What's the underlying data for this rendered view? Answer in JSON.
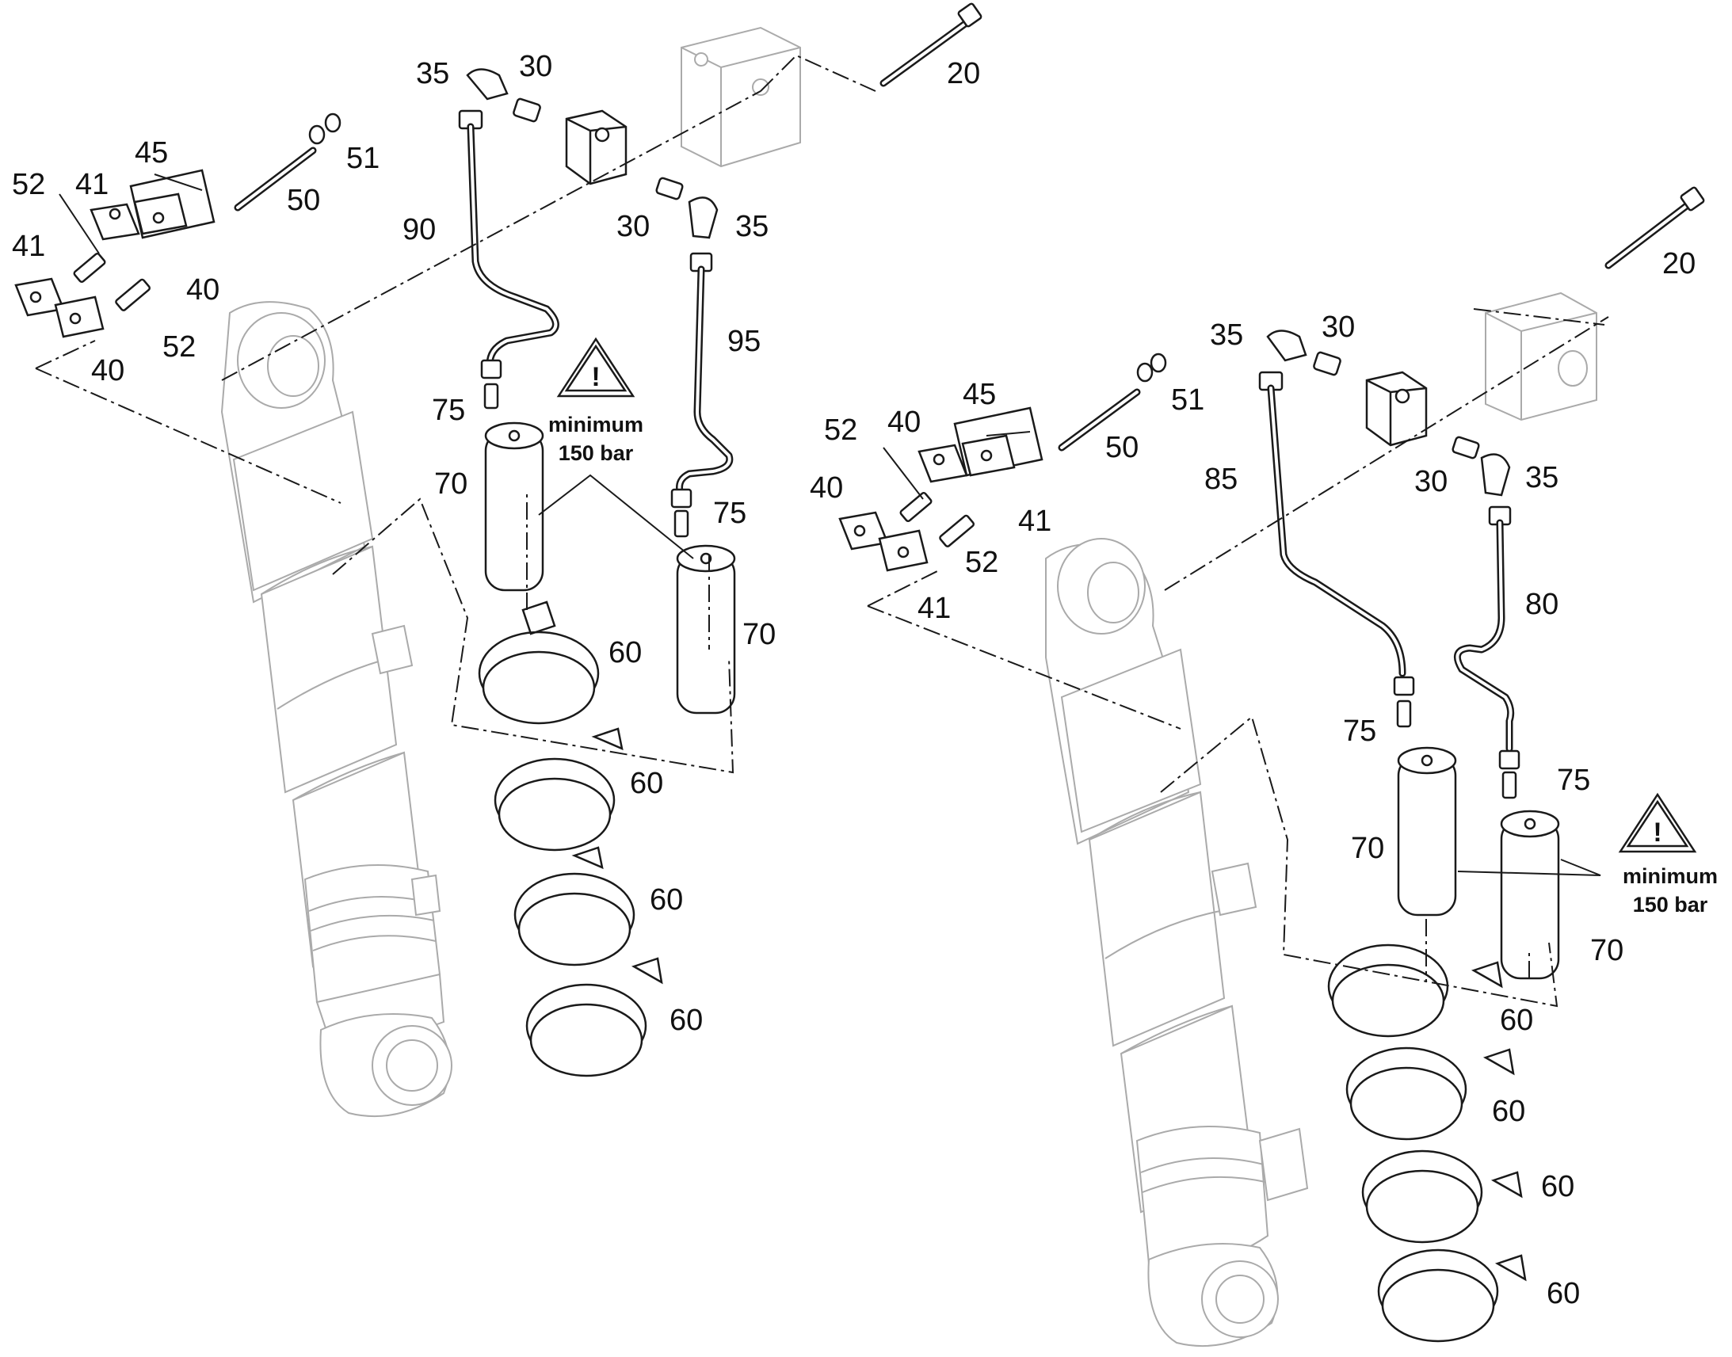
{
  "parts": {
    "p20": "20",
    "p30": "30",
    "p35": "35",
    "p40": "40",
    "p41": "41",
    "p45": "45",
    "p50": "50",
    "p51": "51",
    "p52": "52",
    "p60": "60",
    "p70": "70",
    "p75": "75",
    "p80": "80",
    "p85": "85",
    "p90": "90",
    "p95": "95"
  },
  "notes": {
    "warning_line1": "minimum",
    "warning_line2": "150 bar"
  },
  "icons": {
    "warning": "warning-triangle-icon"
  }
}
